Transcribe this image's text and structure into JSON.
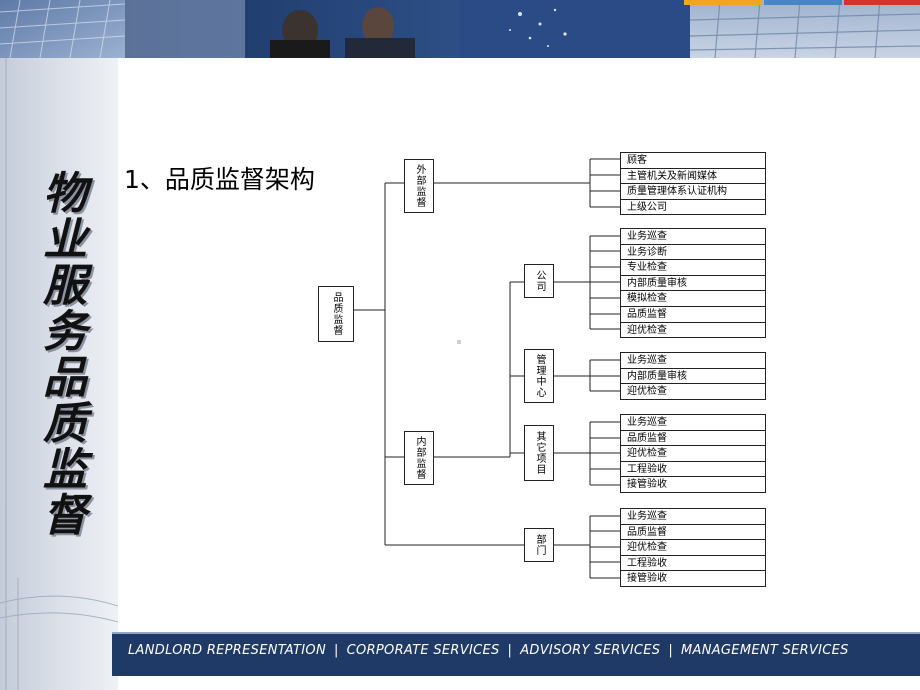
{
  "colors": {
    "footer_bg": "#1f3a66",
    "sidebar": "#d4dae4",
    "line": "#222222",
    "accent_orange": "#f2a51f",
    "accent_blue": "#4a86c6",
    "accent_red": "#d6332c"
  },
  "sidebar_title": "物业服务品质监督",
  "heading": "1、品质监督架构",
  "org": {
    "root": "品质监督",
    "external": {
      "label": "外部监督",
      "items": [
        "顾客",
        "主管机关及新闻媒体",
        "质量管理体系认证机构",
        "上级公司"
      ]
    },
    "internal": {
      "label": "内部监督",
      "groups": [
        {
          "label": "公司",
          "items": [
            "业务巡查",
            "业务诊断",
            "专业检查",
            "内部质量审核",
            "模拟检查",
            "品质监督",
            "迎优检查"
          ]
        },
        {
          "label": "管理中心",
          "items": [
            "业务巡查",
            "内部质量审核",
            "迎优检查"
          ]
        },
        {
          "label": "其它项目",
          "items": [
            "业务巡查",
            "品质监督",
            "迎优检查",
            "工程验收",
            "接管验收"
          ]
        },
        {
          "label": "部门",
          "items": [
            "业务巡查",
            "品质监督",
            "迎优检查",
            "工程验收",
            "接管验收"
          ]
        }
      ]
    }
  },
  "footer": {
    "services": [
      "LANDLORD REPRESENTATION",
      "CORPORATE SERVICES",
      "ADVISORY SERVICES",
      "MANAGEMENT SERVICES"
    ],
    "separator": "|"
  }
}
